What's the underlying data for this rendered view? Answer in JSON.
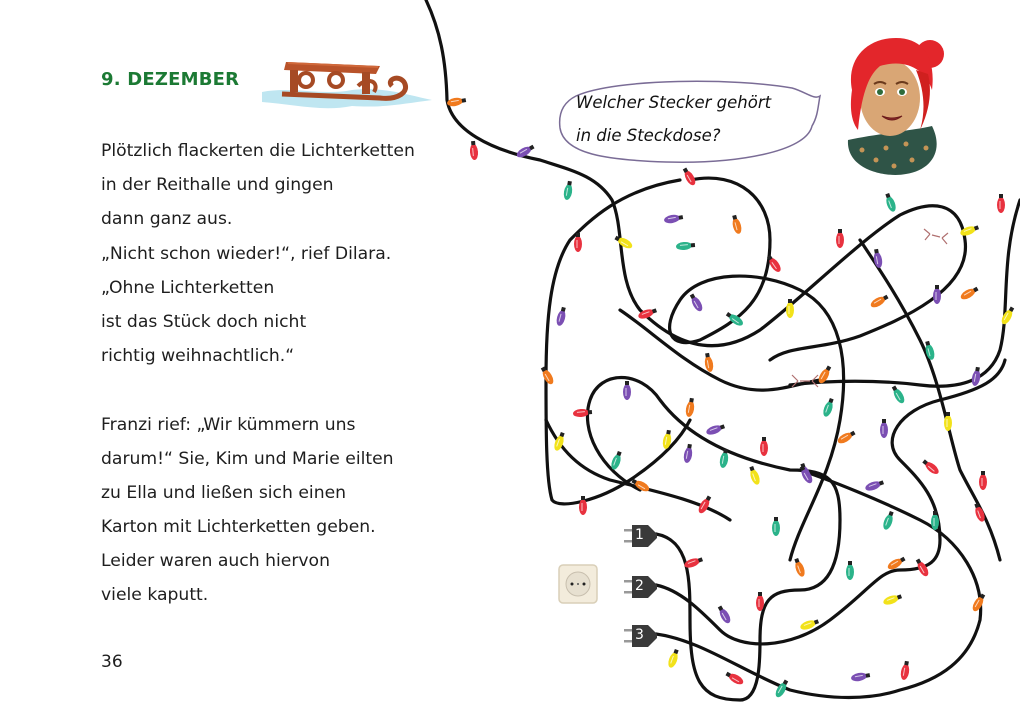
{
  "page": {
    "heading": "9. DEZEMBER",
    "heading_color": "#1c7a34",
    "page_number": "36"
  },
  "story": {
    "paragraph1": [
      "Plötzlich flackerten die Lichterketten",
      "in der Reithalle und gingen",
      "dann ganz aus.",
      "„Nicht schon wieder!“, rief Dilara.",
      "„Ohne Lichterketten",
      "ist das Stück doch nicht",
      "richtig weihnachtlich.“"
    ],
    "paragraph2": [
      "Franzi rief: „Wir kümmern uns",
      "darum!“ Sie, Kim und Marie eilten",
      "zu Ella und ließen sich einen",
      "Karton mit Lichterketten geben.",
      "Leider waren auch hiervon",
      "viele kaputt."
    ]
  },
  "puzzle": {
    "speech_bubble": {
      "line1": "Welcher Stecker gehört",
      "line2": "in die Steckdose?"
    },
    "plugs": [
      {
        "label": "1"
      },
      {
        "label": "2"
      },
      {
        "label": "3"
      }
    ],
    "icons": {
      "socket": "power-socket-icon",
      "sled": "sled-icon",
      "character": "girl-portrait"
    },
    "bulb_colors": {
      "red": "#e8323f",
      "orange": "#f07a1e",
      "yellow": "#f2e21a",
      "green": "#2bb38a",
      "purple": "#7b4fb3"
    }
  }
}
